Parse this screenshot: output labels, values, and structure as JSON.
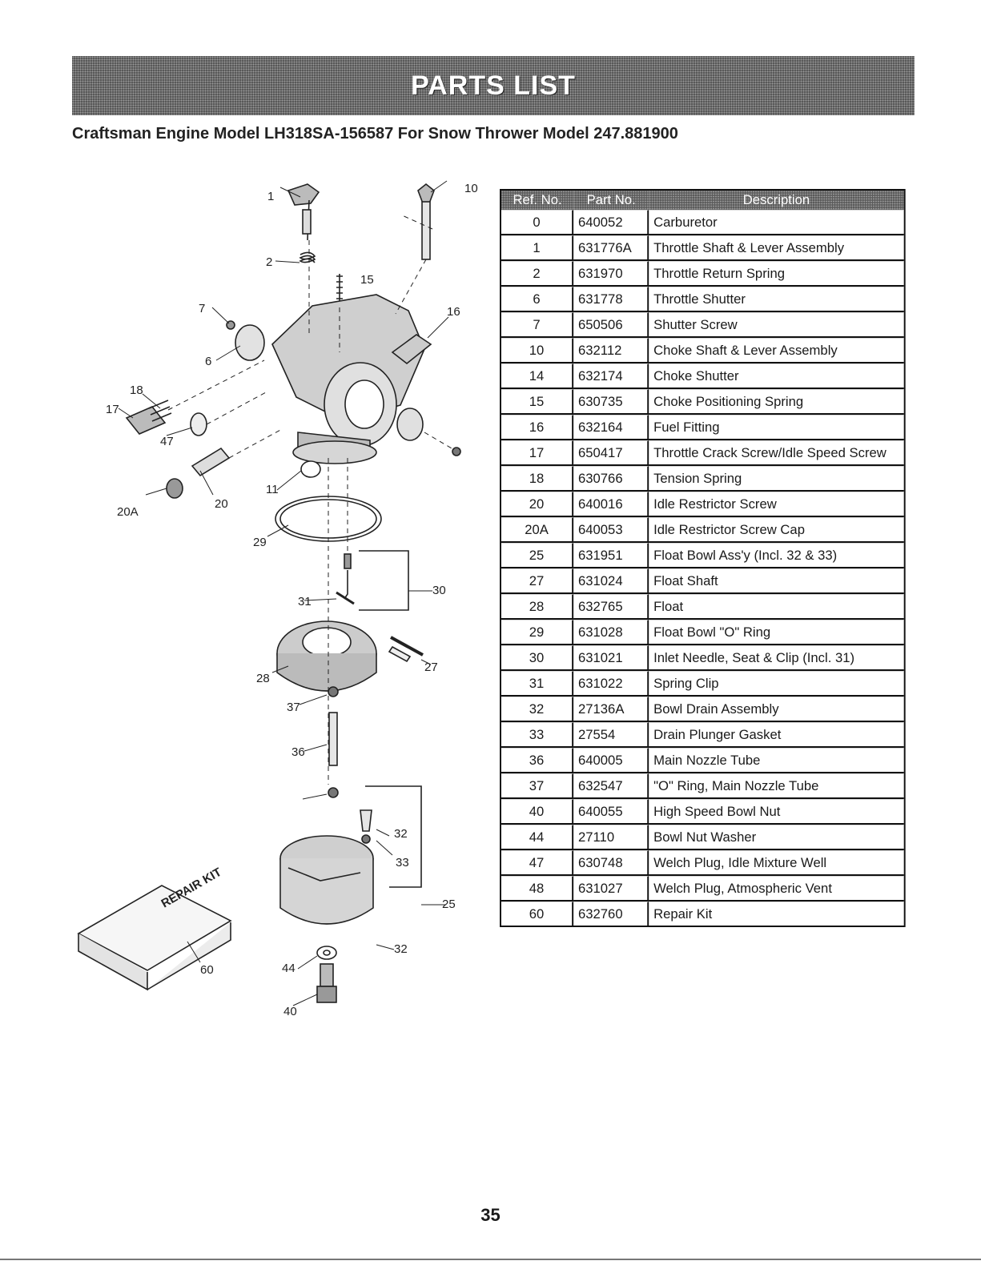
{
  "header": {
    "title": "PARTS LIST",
    "subtitle": "Craftsman Engine Model LH318SA-156587 For Snow Thrower Model 247.881900"
  },
  "diagram": {
    "callouts": [
      "1",
      "2",
      "6",
      "7",
      "10",
      "11",
      "15",
      "16",
      "17",
      "18",
      "20",
      "20A",
      "25",
      "27",
      "28",
      "29",
      "30",
      "31",
      "32",
      "33",
      "36",
      "37",
      "40",
      "44",
      "47",
      "60"
    ],
    "kit_label": "REPAIR KIT"
  },
  "table": {
    "headers": [
      "Ref. No.",
      "Part No.",
      "Description"
    ],
    "rows": [
      {
        "ref": "0",
        "part": "640052",
        "desc": "Carburetor"
      },
      {
        "ref": "1",
        "part": "631776A",
        "desc": "Throttle Shaft & Lever Assembly"
      },
      {
        "ref": "2",
        "part": "631970",
        "desc": "Throttle Return Spring"
      },
      {
        "ref": "6",
        "part": "631778",
        "desc": "Throttle Shutter"
      },
      {
        "ref": "7",
        "part": "650506",
        "desc": "Shutter Screw"
      },
      {
        "ref": "10",
        "part": "632112",
        "desc": "Choke Shaft & Lever Assembly"
      },
      {
        "ref": "14",
        "part": "632174",
        "desc": "Choke Shutter"
      },
      {
        "ref": "15",
        "part": "630735",
        "desc": "Choke Positioning Spring"
      },
      {
        "ref": "16",
        "part": "632164",
        "desc": "Fuel Fitting"
      },
      {
        "ref": "17",
        "part": "650417",
        "desc": "Throttle Crack Screw/Idle Speed Screw"
      },
      {
        "ref": "18",
        "part": "630766",
        "desc": "Tension Spring"
      },
      {
        "ref": "20",
        "part": "640016",
        "desc": "Idle Restrictor Screw"
      },
      {
        "ref": "20A",
        "part": "640053",
        "desc": "Idle Restrictor Screw Cap"
      },
      {
        "ref": "25",
        "part": "631951",
        "desc": "Float Bowl Ass'y (Incl. 32 & 33)"
      },
      {
        "ref": "27",
        "part": "631024",
        "desc": "Float Shaft"
      },
      {
        "ref": "28",
        "part": "632765",
        "desc": "Float"
      },
      {
        "ref": "29",
        "part": "631028",
        "desc": "Float Bowl \"O\" Ring"
      },
      {
        "ref": "30",
        "part": "631021",
        "desc": "Inlet Needle, Seat & Clip (Incl. 31)"
      },
      {
        "ref": "31",
        "part": "631022",
        "desc": "Spring Clip"
      },
      {
        "ref": "32",
        "part": "27136A",
        "desc": "Bowl Drain Assembly"
      },
      {
        "ref": "33",
        "part": "27554",
        "desc": "Drain Plunger Gasket"
      },
      {
        "ref": "36",
        "part": "640005",
        "desc": "Main Nozzle Tube"
      },
      {
        "ref": "37",
        "part": "632547",
        "desc": "\"O\" Ring, Main Nozzle Tube"
      },
      {
        "ref": "40",
        "part": "640055",
        "desc": "High Speed Bowl Nut"
      },
      {
        "ref": "44",
        "part": "27110",
        "desc": "Bowl Nut Washer"
      },
      {
        "ref": "47",
        "part": "630748",
        "desc": "Welch Plug, Idle Mixture Well"
      },
      {
        "ref": "48",
        "part": "631027",
        "desc": "Welch Plug, Atmospheric Vent"
      },
      {
        "ref": "60",
        "part": "632760",
        "desc": "Repair Kit"
      }
    ]
  },
  "footer": {
    "page_number": "35"
  }
}
